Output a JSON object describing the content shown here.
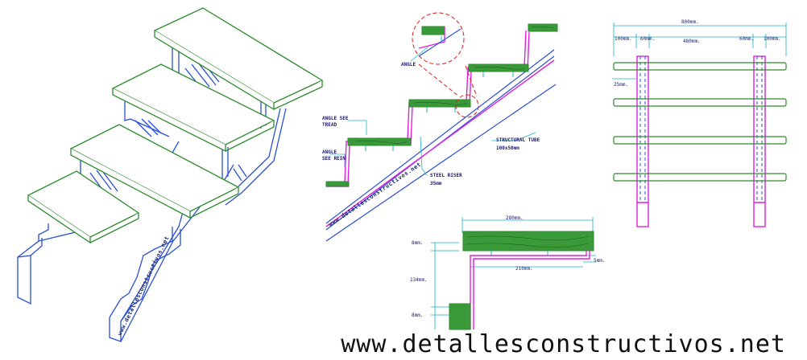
{
  "labels": {
    "angle_a": "ANGLE",
    "angle_b_line1": "ANGLE SEE",
    "angle_b_line2": "TREAD",
    "angle_c_line1": "ANGLE",
    "angle_c_line2": "SEE REIN",
    "structural_tube_line1": "STRUCTURAL TUBE",
    "structural_tube_line2": "100x50mm",
    "steel_riser_line1": "STEEL RISER",
    "steel_riser_line2": "35mm"
  },
  "watermarks": {
    "diagonal_iso": "www.detallesconstructivos.net",
    "diagonal_section": "www.detallesconstructivos.net",
    "footer": "www.detallesconstructivos.net"
  },
  "plan_dims": {
    "total": "800mm.",
    "seg1": "100mm.",
    "seg2": "60mm.",
    "seg3": "480mm.",
    "seg4": "60mm.",
    "seg5": "100mm.",
    "tread_side": "25mm."
  },
  "tread_detail_dims": {
    "top": "280mm.",
    "inner": "210mm.",
    "left_top": "8mm.",
    "left_mid": "134mm.",
    "left_bot": "8mm.",
    "right": "5mm."
  },
  "colors": {
    "tread_green": "#2e8b2e",
    "steel_magenta": "#e01ee0",
    "structure_blue": "#2a4fd6",
    "dims_cyan": "#1ab0c8",
    "hidden_red": "#e01a1a"
  }
}
